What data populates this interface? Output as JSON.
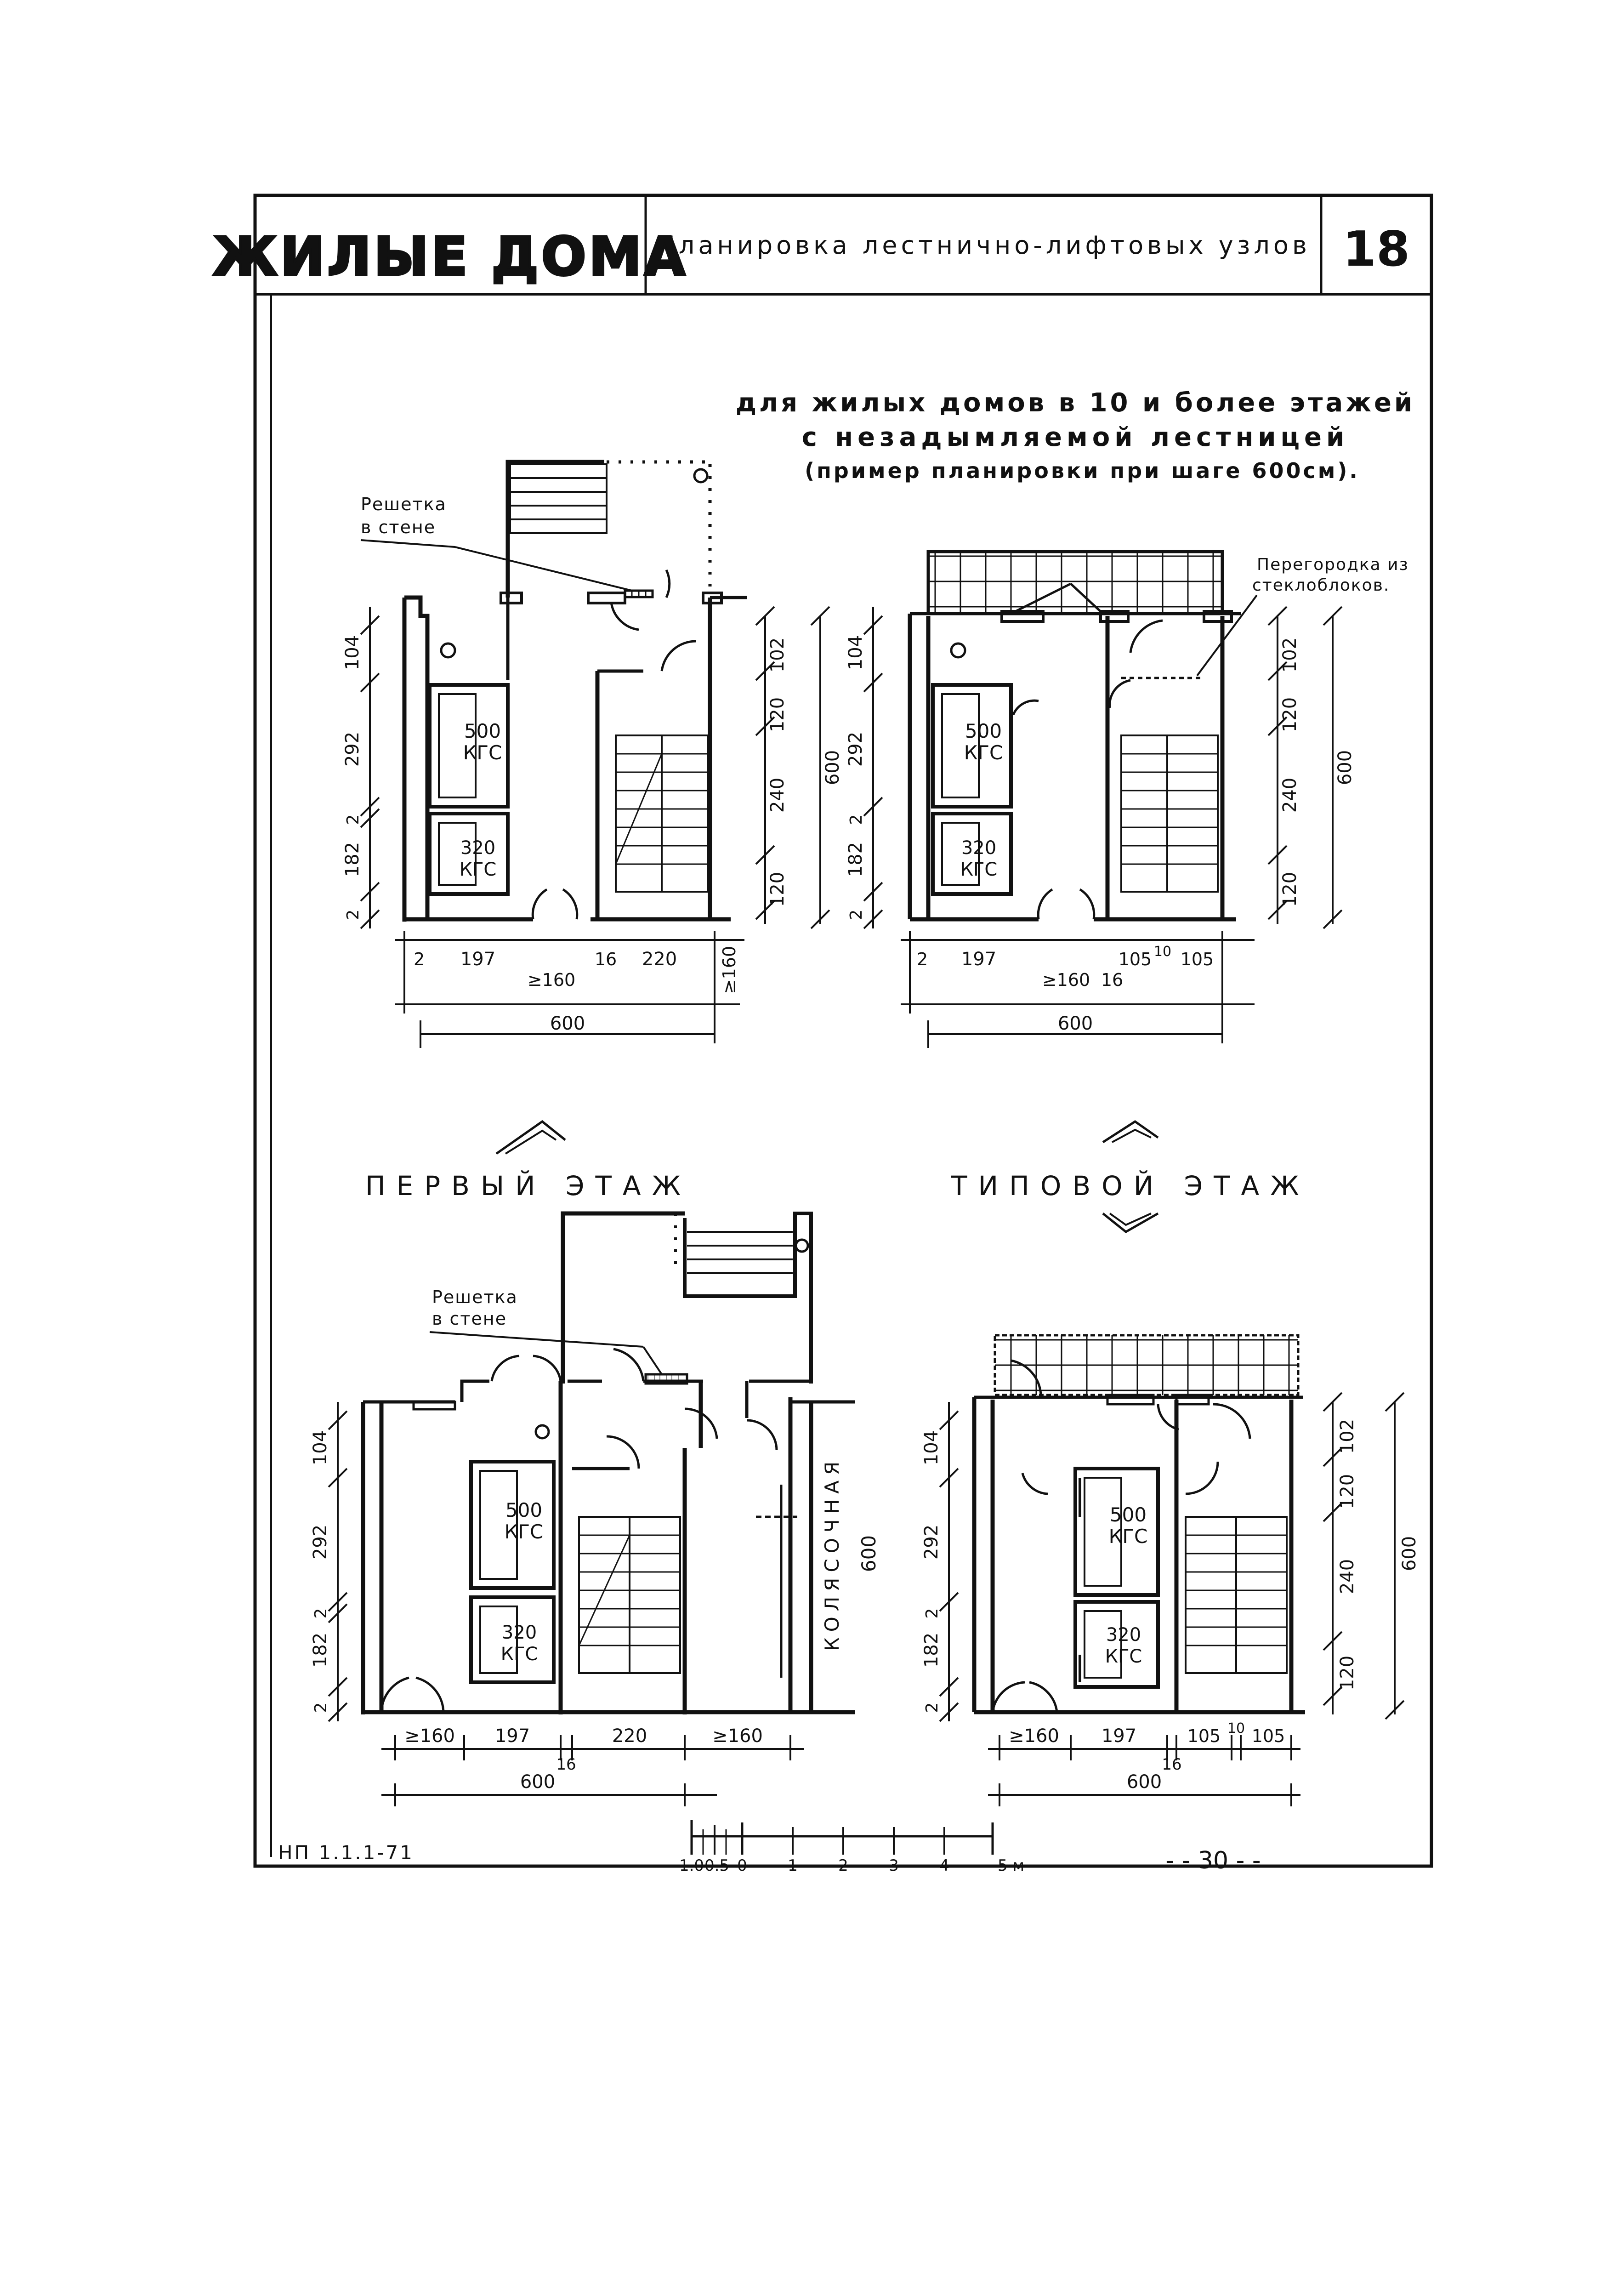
{
  "header": {
    "title": "ЖИЛЫЕ ДОМА",
    "subtitle": "Планировка лестнично-лифтовых узлов",
    "sheet_number": "18"
  },
  "heading": {
    "line1": "для жилых домов в 10 и более этажей",
    "line2": "с незадымляемой лестницей",
    "line3": "(пример планировки при шаге 600см)."
  },
  "labels": {
    "grate_top": [
      "Решетка",
      "в стене"
    ],
    "grate_bottom": [
      "Решетка",
      "в стене"
    ],
    "glass_partition": [
      "Перегородка из",
      "стеклоблоков."
    ],
    "first_floor": "ПЕРВЫЙ ЭТАЖ",
    "typical_floor": "ТИПОВОЙ ЭТАЖ",
    "stroller_room": "КОЛЯСОЧНАЯ",
    "stroller_dim": "600",
    "lift_big": [
      "500",
      "КГС"
    ],
    "lift_small": [
      "320",
      "КГС"
    ]
  },
  "dims": {
    "left_chain": [
      "104",
      "292",
      "2",
      "182",
      "2"
    ],
    "right_chain": [
      "102",
      "120",
      "240",
      "120"
    ],
    "overall": "600",
    "p1_bottom": [
      "2",
      "197",
      "≥160",
      "16",
      "220",
      "≥160"
    ],
    "p2_bottom": [
      "2",
      "197",
      "≥160",
      "16",
      "105",
      "10",
      "105"
    ],
    "p3_bottom": [
      "≥160",
      "197",
      "16",
      "220",
      "≥160"
    ],
    "p4_bottom": [
      "≥160",
      "197",
      "16",
      "105",
      "10",
      "105"
    ]
  },
  "footer": {
    "code": "НП 1.1.1-71",
    "scale_labels": [
      "1.0",
      "0.5",
      "0",
      "1",
      "2",
      "3",
      "4",
      "5 м"
    ],
    "page": "- - 30 - -"
  }
}
